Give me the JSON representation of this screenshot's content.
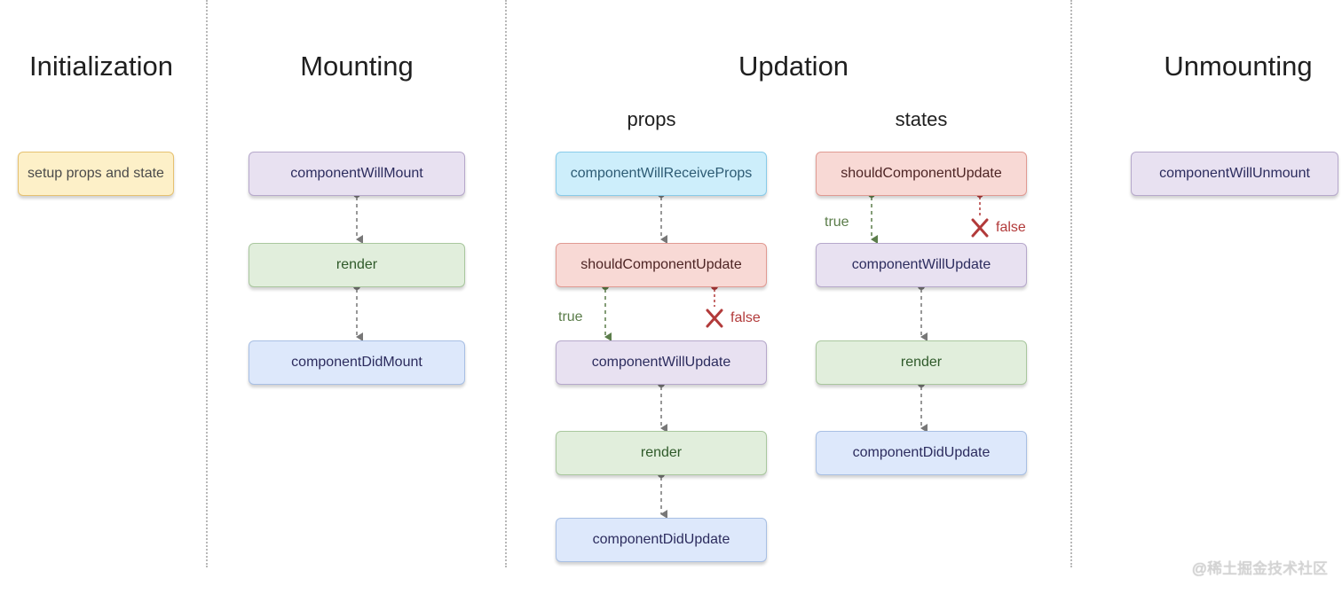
{
  "phases": {
    "initialization": "Initialization",
    "mounting": "Mounting",
    "updation": "Updation",
    "unmounting": "Unmounting"
  },
  "updation_subtitles": {
    "props": "props",
    "states": "states"
  },
  "initialization_steps": {
    "setup": "setup props and state"
  },
  "mounting_steps": {
    "will_mount": "componentWillMount",
    "render": "render",
    "did_mount": "componentDidMount"
  },
  "props_flow": {
    "will_receive_props": "componentWillReceiveProps",
    "should_update": "shouldComponentUpdate",
    "true_label": "true",
    "false_label": "false",
    "will_update": "componentWillUpdate",
    "render": "render",
    "did_update": "componentDidUpdate"
  },
  "states_flow": {
    "should_update": "shouldComponentUpdate",
    "true_label": "true",
    "false_label": "false",
    "will_update": "componentWillUpdate",
    "render": "render",
    "did_update": "componentDidUpdate"
  },
  "unmounting_steps": {
    "will_unmount": "componentWillUnmount"
  },
  "watermark": "@稀土掘金技术社区",
  "colors": {
    "yellow": "#fdf0c8",
    "purple": "#e8e1f1",
    "green": "#e1eedc",
    "blue": "#dde8fb",
    "cyan": "#cdeefb",
    "red": "#f8d9d5",
    "true_green": "#5b7d4a",
    "false_red": "#b23a3a",
    "arrow_gray": "#777777"
  }
}
